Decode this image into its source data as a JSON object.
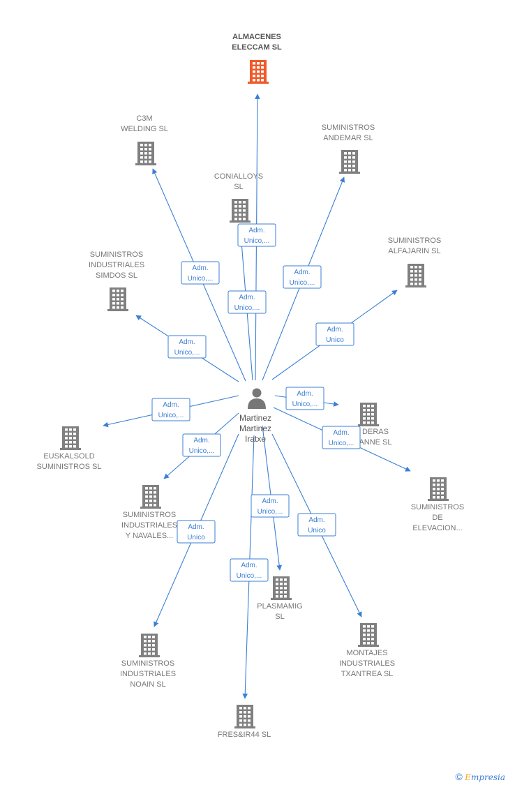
{
  "center": {
    "lines": [
      "Martinez",
      "Martinez",
      "Iratxe"
    ]
  },
  "nodes": [
    {
      "id": "almacenes",
      "lines": [
        "ALMACENES",
        "ELECCAM  SL"
      ],
      "highlight": true,
      "color": "#f05a28"
    },
    {
      "id": "c3m",
      "lines": [
        "C3M",
        "WELDING  SL"
      ]
    },
    {
      "id": "andemar",
      "lines": [
        "SUMINISTROS",
        "ANDEMAR  SL"
      ]
    },
    {
      "id": "conialloys",
      "lines": [
        "CONIALLOYS",
        "SL"
      ]
    },
    {
      "id": "alfajarin",
      "lines": [
        "SUMINISTROS",
        "ALFAJARIN SL"
      ]
    },
    {
      "id": "simdos",
      "lines": [
        "SUMINISTROS",
        "INDUSTRIALES",
        "SIMDOS  SL"
      ]
    },
    {
      "id": "maderas",
      "lines": [
        "DERAS",
        "ANNE  SL"
      ]
    },
    {
      "id": "euskalsold",
      "lines": [
        "EUSKALSOLD",
        "SUMINISTROS SL"
      ]
    },
    {
      "id": "elevacion",
      "lines": [
        "SUMINISTROS",
        "DE",
        "ELEVACION..."
      ]
    },
    {
      "id": "navales",
      "lines": [
        "SUMINISTROS",
        "INDUSTRIALES",
        "Y NAVALES..."
      ]
    },
    {
      "id": "plasmamig",
      "lines": [
        "PLASMAMIG",
        "SL"
      ]
    },
    {
      "id": "txantrea",
      "lines": [
        "MONTAJES",
        "INDUSTRIALES",
        "TXANTREA SL"
      ]
    },
    {
      "id": "noain",
      "lines": [
        "SUMINISTROS",
        "INDUSTRIALES",
        "NOAIN SL"
      ]
    },
    {
      "id": "fresir",
      "lines": [
        "FRES&IR44  SL"
      ]
    }
  ],
  "edges": [
    {
      "to": "almacenes",
      "label": [
        "Adm.",
        "Unico,..."
      ]
    },
    {
      "to": "c3m",
      "label": [
        "Adm.",
        "Unico,..."
      ]
    },
    {
      "to": "conialloys",
      "label": [
        "Adm.",
        "Unico,..."
      ]
    },
    {
      "to": "andemar",
      "label": [
        "Adm.",
        "Unico,..."
      ]
    },
    {
      "to": "alfajarin",
      "label": [
        "Adm.",
        "Unico"
      ]
    },
    {
      "to": "simdos",
      "label": [
        "Adm.",
        "Unico,..."
      ]
    },
    {
      "to": "maderas",
      "label": [
        "Adm.",
        "Unico,..."
      ]
    },
    {
      "to": "elevacion",
      "label": [
        "Adm.",
        "Unico,..."
      ]
    },
    {
      "to": "euskalsold",
      "label": [
        "Adm.",
        "Unico,..."
      ]
    },
    {
      "to": "navales",
      "label": [
        "Adm.",
        "Unico,..."
      ]
    },
    {
      "to": "plasmamig",
      "label": [
        "Adm.",
        "Unico,..."
      ]
    },
    {
      "to": "txantrea",
      "label": [
        "Adm.",
        "Unico"
      ]
    },
    {
      "to": "noain",
      "label": [
        "Adm.",
        "Unico"
      ]
    },
    {
      "to": "fresir",
      "label": [
        "Adm.",
        "Unico,..."
      ]
    }
  ],
  "colors": {
    "edge": "#3b7fd4",
    "building": "#808080",
    "highlight": "#f05a28"
  },
  "brand": {
    "symbol": "©",
    "first": "E",
    "rest": "mpresia"
  }
}
